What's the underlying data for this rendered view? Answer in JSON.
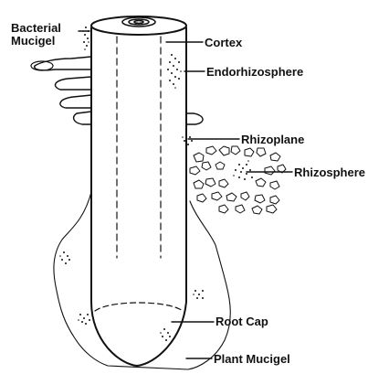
{
  "labels": {
    "bacterial_mucigel_line1": "Bacterial",
    "bacterial_mucigel_line2": "Mucigel",
    "cortex": "Cortex",
    "endorhizosphere": "Endorhizosphere",
    "rhizoplane": "Rhizoplane",
    "rhizosphere": "Rhizosphere",
    "root_cap": "Root Cap",
    "plant_mucigel": "Plant Mucigel"
  },
  "colors": {
    "ink": "#111111",
    "background": "#ffffff"
  }
}
